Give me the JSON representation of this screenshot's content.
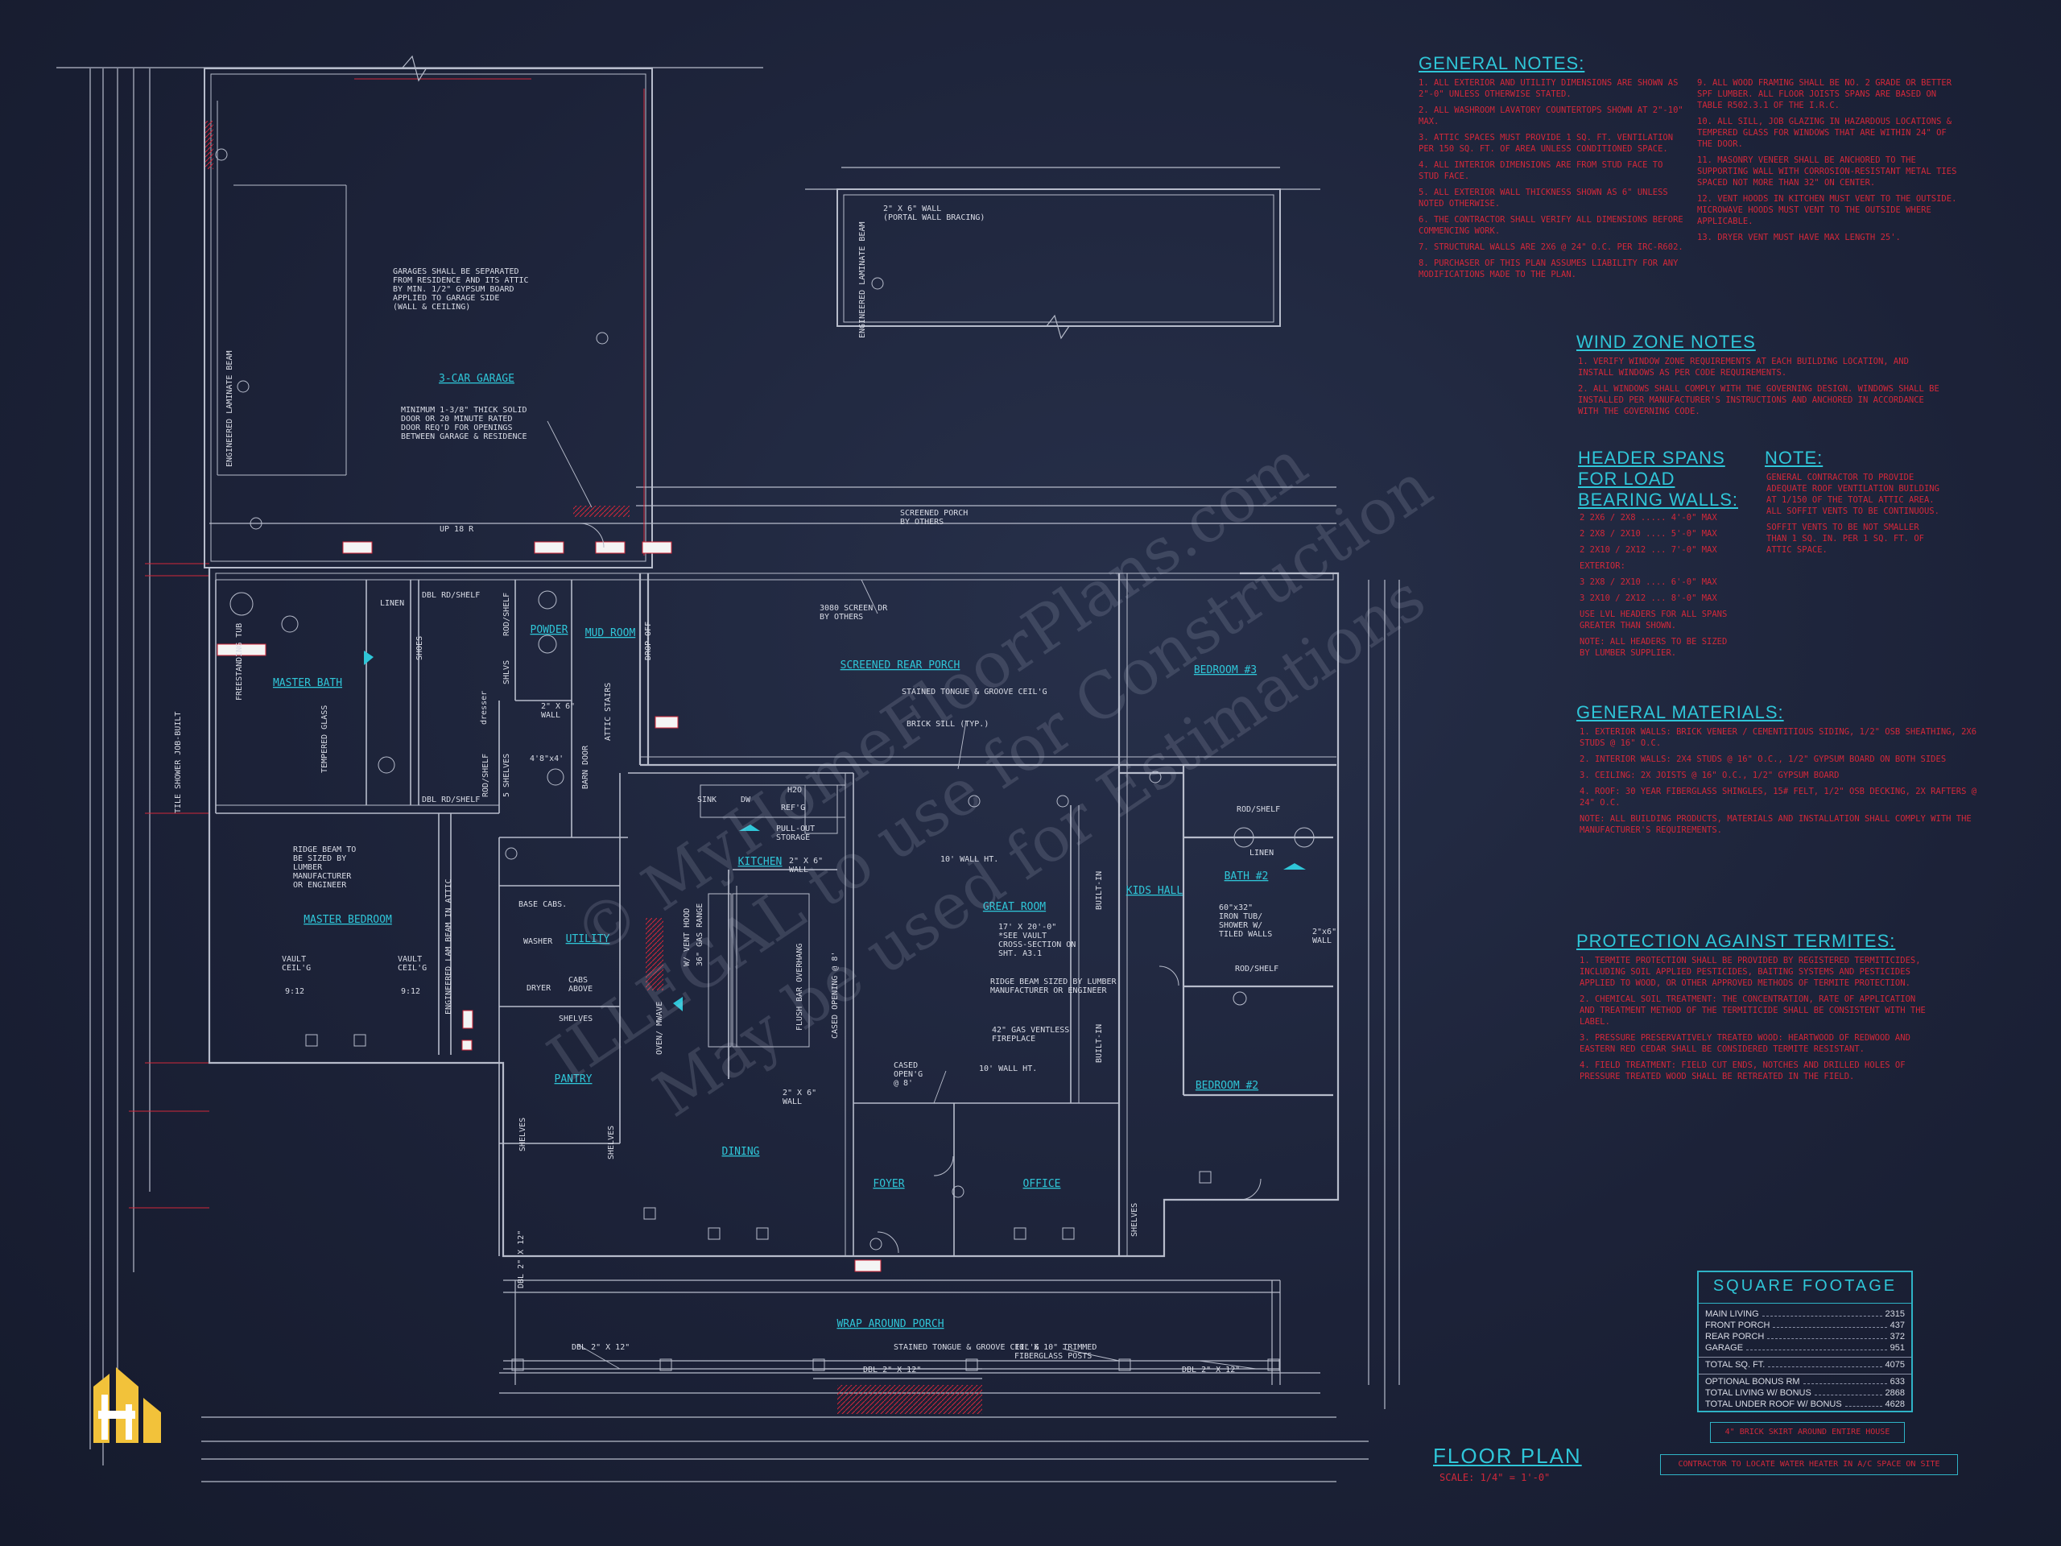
{
  "colors": {
    "background": "#1c2238",
    "wall": "#b7bccb",
    "dimension": "#d2283a",
    "room_label": "#2fc6d8",
    "note_text": "#d9dce6",
    "accent_cyan": "#2fc6d8",
    "logo": "#f2c23a"
  },
  "plan": {
    "rooms": [
      {
        "id": "garage",
        "label": "3-CAR GARAGE"
      },
      {
        "id": "master-bath",
        "label": "MASTER BATH"
      },
      {
        "id": "powder",
        "label": "POWDER"
      },
      {
        "id": "mud-room",
        "label": "MUD ROOM"
      },
      {
        "id": "master-bedroom",
        "label": "MASTER BEDROOM"
      },
      {
        "id": "kitchen",
        "label": "KITCHEN"
      },
      {
        "id": "utility",
        "label": "UTILITY"
      },
      {
        "id": "pantry",
        "label": "PANTRY"
      },
      {
        "id": "dining",
        "label": "DINING"
      },
      {
        "id": "foyer",
        "label": "FOYER"
      },
      {
        "id": "office",
        "label": "OFFICE"
      },
      {
        "id": "great-room",
        "label": "GREAT ROOM"
      },
      {
        "id": "kids-hall",
        "label": "KIDS HALL"
      },
      {
        "id": "bath-2",
        "label": "BATH #2"
      },
      {
        "id": "bedroom-3",
        "label": "BEDROOM #3"
      },
      {
        "id": "bedroom-2",
        "label": "BEDROOM #2"
      },
      {
        "id": "screened-rear-porch",
        "label": "SCREENED REAR PORCH"
      },
      {
        "id": "wrap-around-porch",
        "label": "WRAP AROUND PORCH"
      }
    ],
    "notes": [
      {
        "id": "garage-separation",
        "lines": [
          "GARAGES SHALL BE SEPARATED",
          "FROM RESIDENCE AND ITS ATTIC",
          "BY MIN. 1/2\" GYPSUM BOARD",
          "APPLIED TO GARAGE SIDE",
          "(WALL & CEILING)"
        ]
      },
      {
        "id": "garage-door",
        "lines": [
          "MINIMUM 1-3/8\" THICK SOLID",
          "DOOR OR 20 MINUTE RATED",
          "DOOR REQ'D FOR OPENINGS",
          "BETWEEN GARAGE & RESIDENCE"
        ]
      },
      {
        "id": "portal-bracing",
        "lines": [
          "2\" X 6\" WALL",
          "(PORTAL WALL BRACING)"
        ]
      },
      {
        "id": "screened-porch-others",
        "lines": [
          "SCREENED PORCH",
          "BY OTHERS"
        ]
      },
      {
        "id": "screen-dr",
        "lines": [
          "3080 SCREEN DR",
          "BY OTHERS"
        ]
      },
      {
        "id": "rear-porch-ceiling",
        "lines": [
          "STAINED TONGUE & GROOVE CEIL'G"
        ]
      },
      {
        "id": "brick-sill",
        "lines": [
          "BRICK SILL (TYP.)"
        ]
      },
      {
        "id": "ridge-beam-master",
        "lines": [
          "RIDGE BEAM TO",
          "BE SIZED BY",
          "LUMBER",
          "MANUFACTURER",
          "OR ENGINEER"
        ]
      },
      {
        "id": "vault-left",
        "lines": [
          "VAULT",
          "CEIL'G"
        ]
      },
      {
        "id": "vault-right",
        "lines": [
          "VAULT",
          "CEIL'G"
        ]
      },
      {
        "id": "pull-out",
        "lines": [
          "PULL-OUT",
          "STORAGE"
        ]
      },
      {
        "id": "wall-ht-kitchen",
        "lines": [
          "10' WALL HT."
        ]
      },
      {
        "id": "great-room-size",
        "lines": [
          "17' X 20'-0\"",
          "*SEE VAULT",
          "CROSS-SECTION ON",
          "SHT. A3.1"
        ]
      },
      {
        "id": "ridge-beam-great",
        "lines": [
          "RIDGE BEAM SIZED BY LUMBER",
          "MANUFACTURER OR ENGINEER"
        ]
      },
      {
        "id": "fireplace",
        "lines": [
          "42\" GAS VENTLESS",
          "FIREPLACE"
        ]
      },
      {
        "id": "cased-open",
        "lines": [
          "CASED",
          "OPEN'G",
          "@ 8'"
        ]
      },
      {
        "id": "wall-ht-foyer",
        "lines": [
          "10' WALL HT."
        ]
      },
      {
        "id": "tub",
        "lines": [
          "60\"x32\"",
          "IRON TUB/",
          "SHOWER W/",
          "TILED WALLS"
        ]
      },
      {
        "id": "wrap-porch-ceiling",
        "lines": [
          "STAINED TONGUE & GROOVE CEIL'G"
        ]
      },
      {
        "id": "posts",
        "lines": [
          "10\" X 10\" TRIMMED",
          "FIBERGLASS POSTS"
        ]
      },
      {
        "id": "cabs-above",
        "lines": [
          "CABS",
          "ABOVE"
        ]
      },
      {
        "id": "base-cabs",
        "lines": [
          "BASE CABS."
        ]
      },
      {
        "id": "washer",
        "lines": [
          "WASHER"
        ]
      },
      {
        "id": "dryer",
        "lines": [
          "DRYER"
        ]
      },
      {
        "id": "shelves",
        "lines": [
          "SHELVES"
        ]
      },
      {
        "id": "dbl-rd-shelf-top",
        "lines": [
          "DBL RD/SHELF"
        ]
      },
      {
        "id": "dbl-rd-shelf-bottom",
        "lines": [
          "DBL RD/SHELF"
        ]
      },
      {
        "id": "linen-master",
        "lines": [
          "LINEN"
        ]
      },
      {
        "id": "linen-bath2",
        "lines": [
          "LINEN"
        ]
      },
      {
        "id": "rod-shelf-b3",
        "lines": [
          "ROD/SHELF"
        ]
      },
      {
        "id": "rod-shelf-b2",
        "lines": [
          "ROD/SHELF"
        ]
      },
      {
        "id": "up-stair",
        "lines": [
          "UP 18 R"
        ]
      },
      {
        "id": "h2o",
        "lines": [
          "H2O"
        ]
      },
      {
        "id": "sink",
        "lines": [
          "SINK"
        ]
      },
      {
        "id": "dw",
        "lines": [
          "DW"
        ]
      },
      {
        "id": "refg",
        "lines": [
          "REF'G"
        ]
      },
      {
        "id": "wall-kitchen",
        "lines": [
          "2\" X 6\"",
          "WALL"
        ]
      },
      {
        "id": "wall-mud",
        "lines": [
          "2\" X 6\"",
          "WALL"
        ]
      },
      {
        "id": "wall-bath2",
        "lines": [
          "2\"x6\"",
          "WALL"
        ]
      },
      {
        "id": "wall-dining",
        "lines": [
          "2\" X 6\"",
          "WALL"
        ]
      },
      {
        "id": "dbl-left",
        "lines": [
          "DBL 2\" X 12\""
        ]
      },
      {
        "id": "dbl-center",
        "lines": [
          "DBL 2\" X 12\""
        ]
      },
      {
        "id": "dbl-right",
        "lines": [
          "DBL 2\" X 12\""
        ]
      },
      {
        "id": "dbl-vertical",
        "lines": [
          "DBL 2\" X 12\""
        ]
      },
      {
        "id": "pitch-left",
        "lines": [
          "9:12"
        ]
      },
      {
        "id": "pitch-right",
        "lines": [
          "9:12"
        ]
      }
    ],
    "vertical_labels": [
      {
        "id": "laminate-garage",
        "text": "ENGINEERED LAMINATE BEAM"
      },
      {
        "id": "laminate-top",
        "text": "ENGINEERED LAMINATE BEAM"
      },
      {
        "id": "lam-beam-attic",
        "text": "ENGINEERED LAM BEAM IN ATTIC"
      },
      {
        "id": "freestanding-tub",
        "text": "FREESTANDING TUB"
      },
      {
        "id": "tile-shower",
        "text": "TILE SHOWER JOB-BUILT"
      },
      {
        "id": "tempered-glass",
        "text": "TEMPERED GLASS"
      },
      {
        "id": "shoes",
        "text": "SHOES"
      },
      {
        "id": "shlvs",
        "text": "SHLVS"
      },
      {
        "id": "rod-shelf-1",
        "text": "ROD/SHELF"
      },
      {
        "id": "rod-shelf-2",
        "text": "ROD/SHELF"
      },
      {
        "id": "five-shelves",
        "text": "5 SHELVES"
      },
      {
        "id": "drop-off",
        "text": "DROP-OFF"
      },
      {
        "id": "attic-stairs",
        "text": "ATTIC STAIRS"
      },
      {
        "id": "barn-door",
        "text": "BARN DOOR"
      },
      {
        "id": "vent-hood",
        "text": "W/ VENT HOOD"
      },
      {
        "id": "gas-range",
        "text": "36\" GAS RANGE"
      },
      {
        "id": "oven",
        "text": "OVEN/ MWAVE"
      },
      {
        "id": "flush-bar",
        "text": "FLUSH BAR OVERHANG"
      },
      {
        "id": "cased-8",
        "text": "CASED OPENING @ 8'"
      },
      {
        "id": "built-in-1",
        "text": "BUILT-IN"
      },
      {
        "id": "built-in-2",
        "text": "BUILT-IN"
      },
      {
        "id": "shelves-v1",
        "text": "SHELVES"
      },
      {
        "id": "shelves-v2",
        "text": "SHELVES"
      },
      {
        "id": "shelves-v3",
        "text": "SHELVES"
      },
      {
        "id": "dresser",
        "text": "dresser"
      }
    ],
    "small_labels": [
      {
        "id": "size-4x4",
        "text": "4'8\"x4'"
      }
    ]
  },
  "panels": {
    "general_notes_title": "GENERAL NOTES:",
    "wind_zone_title": "WIND ZONE NOTES",
    "header_spans_title": "HEADER SPANS FOR LOAD BEARING WALLS:",
    "note_title": "NOTE:",
    "general_materials_title": "GENERAL MATERIALS:",
    "termites_title": "PROTECTION AGAINST TERMITES:",
    "general_notes_left": [
      "1. ALL EXTERIOR AND UTILITY DIMENSIONS ARE SHOWN AS 2\"-0\" UNLESS OTHERWISE STATED.",
      "2. ALL WASHROOM LAVATORY COUNTERTOPS SHOWN AT 2\"-10\" MAX.",
      "3. ATTIC SPACES MUST PROVIDE 1 SQ. FT. VENTILATION PER 150 SQ. FT. OF AREA UNLESS CONDITIONED SPACE.",
      "4. ALL INTERIOR DIMENSIONS ARE FROM STUD FACE TO STUD FACE.",
      "5. ALL EXTERIOR WALL THICKNESS SHOWN AS 6\" UNLESS NOTED OTHERWISE.",
      "6. THE CONTRACTOR SHALL VERIFY ALL DIMENSIONS BEFORE COMMENCING WORK.",
      "7. STRUCTURAL WALLS ARE 2X6 @ 24\" O.C. PER IRC-R602.",
      "8. PURCHASER OF THIS PLAN ASSUMES LIABILITY FOR ANY MODIFICATIONS MADE TO THE PLAN."
    ],
    "general_notes_right": [
      "9. ALL WOOD FRAMING SHALL BE NO. 2 GRADE OR BETTER SPF LUMBER. ALL FLOOR JOISTS SPANS ARE BASED ON TABLE R502.3.1 OF THE I.R.C.",
      "10. ALL SILL, JOB GLAZING IN HAZARDOUS LOCATIONS & TEMPERED GLASS FOR WINDOWS THAT ARE WITHIN 24\" OF THE DOOR.",
      "11. MASONRY VENEER SHALL BE ANCHORED TO THE SUPPORTING WALL WITH CORROSION-RESISTANT METAL TIES SPACED NOT MORE THAN 32\" ON CENTER.",
      "12. VENT HOODS IN KITCHEN MUST VENT TO THE OUTSIDE. MICROWAVE HOODS MUST VENT TO THE OUTSIDE WHERE APPLICABLE.",
      "13. DRYER VENT MUST HAVE MAX LENGTH 25'."
    ],
    "wind_zone_notes": [
      "1. VERIFY WINDOW ZONE REQUIREMENTS AT EACH BUILDING LOCATION, AND INSTALL WINDOWS AS PER CODE REQUIREMENTS.",
      "2. ALL WINDOWS SHALL COMPLY WITH THE GOVERNING DESIGN. WINDOWS SHALL BE INSTALLED PER MANUFACTURER'S INSTRUCTIONS AND ANCHORED IN ACCORDANCE WITH THE GOVERNING CODE."
    ],
    "header_spans": [
      "2 2X6 / 2X8 ..... 4'-0\" MAX",
      "2 2X8 / 2X10 .... 5'-0\" MAX",
      "2 2X10 / 2X12 ... 7'-0\" MAX",
      "EXTERIOR:",
      "3 2X8 / 2X10 .... 6'-0\" MAX",
      "3 2X10 / 2X12 ... 8'-0\" MAX",
      "USE LVL HEADERS FOR ALL SPANS GREATER THAN SHOWN.",
      "NOTE: ALL HEADERS TO BE SIZED BY LUMBER SUPPLIER."
    ],
    "note_right": [
      "GENERAL CONTRACTOR TO PROVIDE ADEQUATE ROOF VENTILATION BUILDING AT 1/150 OF THE TOTAL ATTIC AREA. ALL SOFFIT VENTS TO BE CONTINUOUS.",
      "SOFFIT VENTS TO BE NOT SMALLER THAN 1 SQ. IN. PER 1 SQ. FT. OF ATTIC SPACE."
    ],
    "general_materials": [
      "1. EXTERIOR WALLS: BRICK VENEER / CEMENTITIOUS SIDING, 1/2\" OSB SHEATHING, 2X6 STUDS @ 16\" O.C.",
      "2. INTERIOR WALLS: 2X4 STUDS @ 16\" O.C., 1/2\" GYPSUM BOARD ON BOTH SIDES",
      "3. CEILING: 2X JOISTS @ 16\" O.C., 1/2\" GYPSUM BOARD",
      "4. ROOF: 30 YEAR FIBERGLASS SHINGLES, 15# FELT, 1/2\" OSB DECKING, 2X RAFTERS @ 24\" O.C.",
      "NOTE: ALL BUILDING PRODUCTS, MATERIALS AND INSTALLATION SHALL COMPLY WITH THE MANUFACTURER'S REQUIREMENTS."
    ],
    "termites_notes": [
      "1. TERMITE PROTECTION SHALL BE PROVIDED BY REGISTERED TERMITICIDES, INCLUDING SOIL APPLIED PESTICIDES, BAITING SYSTEMS AND PESTICIDES APPLIED TO WOOD, OR OTHER APPROVED METHODS OF TERMITE PROTECTION.",
      "2. CHEMICAL SOIL TREATMENT: THE CONCENTRATION, RATE OF APPLICATION AND TREATMENT METHOD OF THE TERMITICIDE SHALL BE CONSISTENT WITH THE LABEL.",
      "3. PRESSURE PRESERVATIVELY TREATED WOOD: HEARTWOOD OF REDWOOD AND EASTERN RED CEDAR SHALL BE CONSIDERED TERMITE RESISTANT.",
      "4. FIELD TREATMENT: FIELD CUT ENDS, NOTCHES AND DRILLED HOLES OF PRESSURE TREATED WOOD SHALL BE RETREATED IN THE FIELD."
    ]
  },
  "square_footage": {
    "title": "SQUARE FOOTAGE",
    "rows": [
      {
        "label": "MAIN LIVING",
        "value": "2315"
      },
      {
        "label": "FRONT PORCH",
        "value": "437"
      },
      {
        "label": "REAR PORCH",
        "value": "372"
      },
      {
        "label": "GARAGE",
        "value": "951"
      }
    ],
    "total": {
      "label": "TOTAL SQ. FT.",
      "value": "4075"
    },
    "extras": [
      {
        "label": "OPTIONAL BONUS RM",
        "value": "633"
      },
      {
        "label": "TOTAL LIVING W/ BONUS",
        "value": "2868"
      },
      {
        "label": "TOTAL UNDER ROOF W/ BONUS",
        "value": "4628"
      }
    ]
  },
  "brick_note": "4\" BRICK SKIRT AROUND ENTIRE HOUSE",
  "water_heater_note": "CONTRACTOR TO LOCATE WATER HEATER IN A/C SPACE ON SITE",
  "floor_plan": {
    "title": "FLOOR PLAN",
    "scale": "SCALE: 1/4\" = 1'-0\""
  },
  "watermark": {
    "line1": "© MyHomeFloorPlans.com",
    "line2": "ILLEGAL to use for Construction",
    "line3": "May be used for Estimations"
  }
}
